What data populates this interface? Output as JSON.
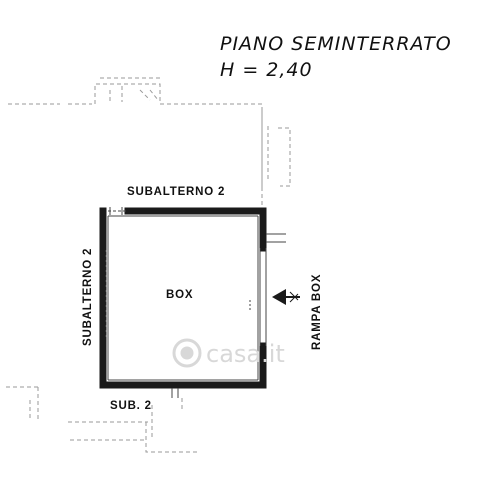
{
  "title": {
    "line1": "PIANO SEMINTERRATO",
    "line2": "H = 2,40"
  },
  "labels": {
    "top": "SUBALTERNO 2",
    "left": "SUBALTERNO 2",
    "room": "BOX",
    "ramp": "RAMPA BOX",
    "bottom": "SUB. 2"
  },
  "watermark": "casa.it",
  "colors": {
    "wall": "#1a1a1a",
    "thin_line": "#444444",
    "dashed": "#9a9a9a",
    "watermark": "#d8d8d8"
  },
  "icons": {
    "entrance": "arrow-left-icon",
    "watermark": "camera-logo-icon"
  }
}
